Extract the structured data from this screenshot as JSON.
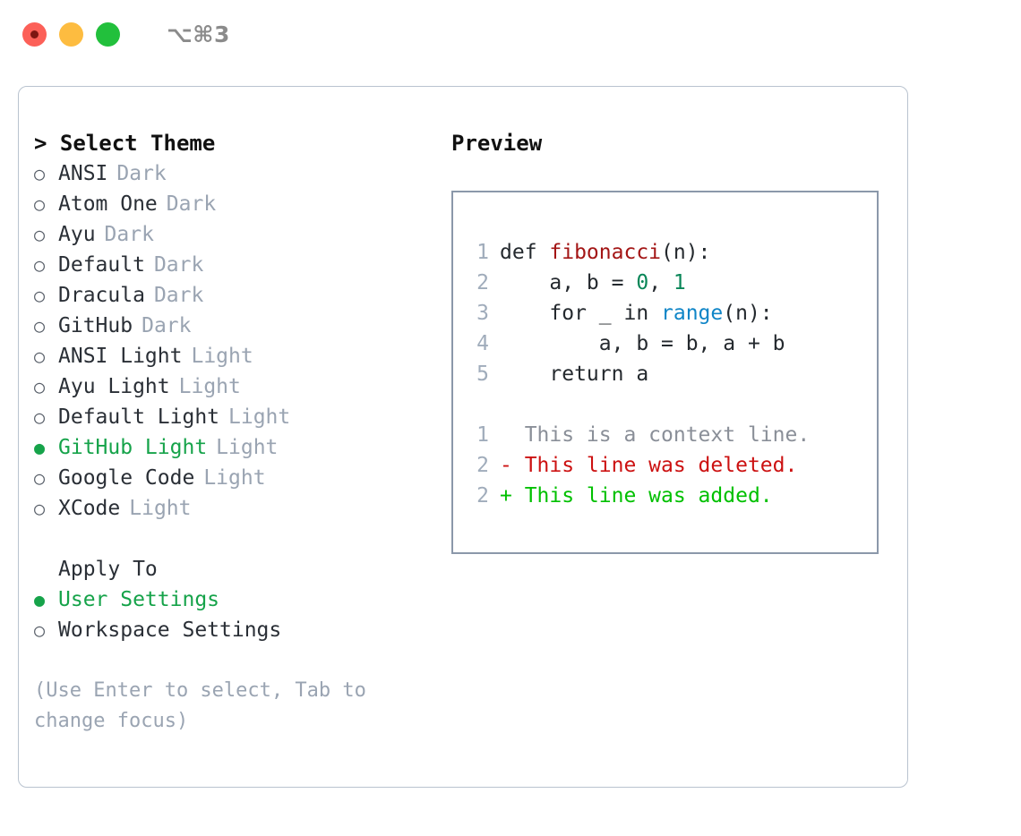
{
  "titlebar": {
    "shortcut": "⌥⌘3",
    "buttons": [
      {
        "name": "close",
        "color": "#fc6058"
      },
      {
        "name": "minimize",
        "color": "#fdbc40"
      },
      {
        "name": "maximize",
        "color": "#22c03c"
      }
    ]
  },
  "theme_panel": {
    "title": "> Select Theme",
    "items": [
      {
        "marker": "○",
        "label": "ANSI",
        "variant": "Dark",
        "selected": false
      },
      {
        "marker": "○",
        "label": "Atom One",
        "variant": "Dark",
        "selected": false
      },
      {
        "marker": "○",
        "label": "Ayu",
        "variant": "Dark",
        "selected": false
      },
      {
        "marker": "○",
        "label": "Default",
        "variant": "Dark",
        "selected": false
      },
      {
        "marker": "○",
        "label": "Dracula",
        "variant": "Dark",
        "selected": false
      },
      {
        "marker": "○",
        "label": "GitHub",
        "variant": "Dark",
        "selected": false
      },
      {
        "marker": "○",
        "label": "ANSI Light",
        "variant": "Light",
        "selected": false
      },
      {
        "marker": "○",
        "label": "Ayu Light",
        "variant": "Light",
        "selected": false
      },
      {
        "marker": "○",
        "label": "Default Light",
        "variant": "Light",
        "selected": false
      },
      {
        "marker": "●",
        "label": "GitHub Light",
        "variant": "Light",
        "selected": true
      },
      {
        "marker": "○",
        "label": "Google Code",
        "variant": "Light",
        "selected": false
      },
      {
        "marker": "○",
        "label": "XCode",
        "variant": "Light",
        "selected": false
      }
    ]
  },
  "apply_to": {
    "title": "Apply To",
    "items": [
      {
        "marker": "●",
        "label": "User Settings",
        "selected": true
      },
      {
        "marker": "○",
        "label": "Workspace Settings",
        "selected": false
      }
    ]
  },
  "hint": "(Use Enter to select, Tab to change focus)",
  "preview": {
    "title": "Preview",
    "code_lines": [
      {
        "number": "1",
        "tokens": [
          {
            "text": "def ",
            "type": "plain"
          },
          {
            "text": "fibonacci",
            "type": "func"
          },
          {
            "text": "(n):",
            "type": "plain"
          }
        ]
      },
      {
        "number": "2",
        "tokens": [
          {
            "text": "    a, b = ",
            "type": "plain"
          },
          {
            "text": "0",
            "type": "num"
          },
          {
            "text": ", ",
            "type": "plain"
          },
          {
            "text": "1",
            "type": "num"
          }
        ]
      },
      {
        "number": "3",
        "tokens": [
          {
            "text": "    for _ in ",
            "type": "plain"
          },
          {
            "text": "range",
            "type": "builtin"
          },
          {
            "text": "(n):",
            "type": "plain"
          }
        ]
      },
      {
        "number": "4",
        "tokens": [
          {
            "text": "        a, b = b, a + b",
            "type": "plain"
          }
        ]
      },
      {
        "number": "5",
        "tokens": [
          {
            "text": "    return a",
            "type": "plain"
          }
        ]
      }
    ],
    "diff_lines": [
      {
        "number": "1",
        "text": "  This is a context line.",
        "kind": "context"
      },
      {
        "number": "2",
        "text": "- This line was deleted.",
        "kind": "del"
      },
      {
        "number": "2",
        "text": "+ This line was added.",
        "kind": "add"
      }
    ]
  },
  "colors": {
    "selected_green": "#16a34a",
    "diff_add_green": "#00c000",
    "diff_del_red": "#cc1111",
    "syntax_func_red": "#a31515",
    "syntax_num_teal": "#098658",
    "syntax_builtin_blue": "#0f85c7",
    "muted_gray": "#9aa4b2",
    "border_gray": "#8b98aa"
  }
}
